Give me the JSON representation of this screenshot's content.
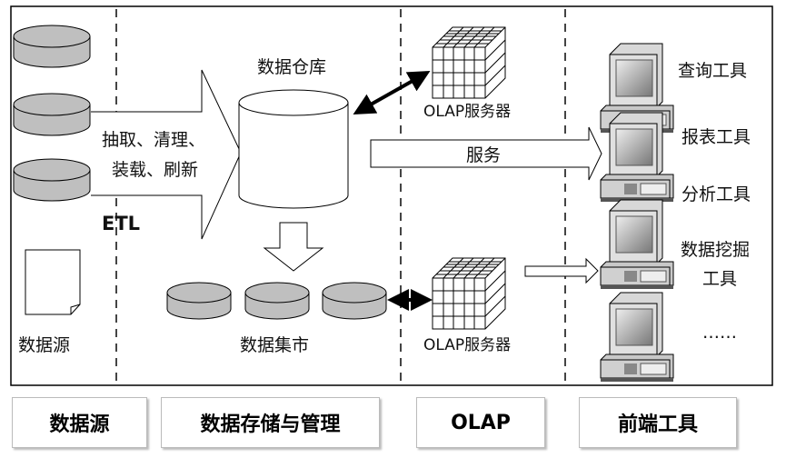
{
  "diagram": {
    "warehouse_label": "数据仓库",
    "etl_text_line1": "抽取、清理、",
    "etl_text_line2": "装载、刷新",
    "etl_label": "ETL",
    "source_label": "数据源",
    "mart_label": "数据集市",
    "olap_server_top": "OLAP服务器",
    "olap_server_bottom": "OLAP服务器",
    "service_label": "服务",
    "tools": [
      "查询工具",
      "报表工具",
      "分析工具",
      "数据挖掘",
      "工具",
      "……"
    ]
  },
  "footer": {
    "sections": [
      "数据源",
      "数据存储与管理",
      "OLAP",
      "前端工具"
    ]
  },
  "colors": {
    "disk_fill": "#bfbfbf",
    "screen": "#9a9a9a"
  }
}
